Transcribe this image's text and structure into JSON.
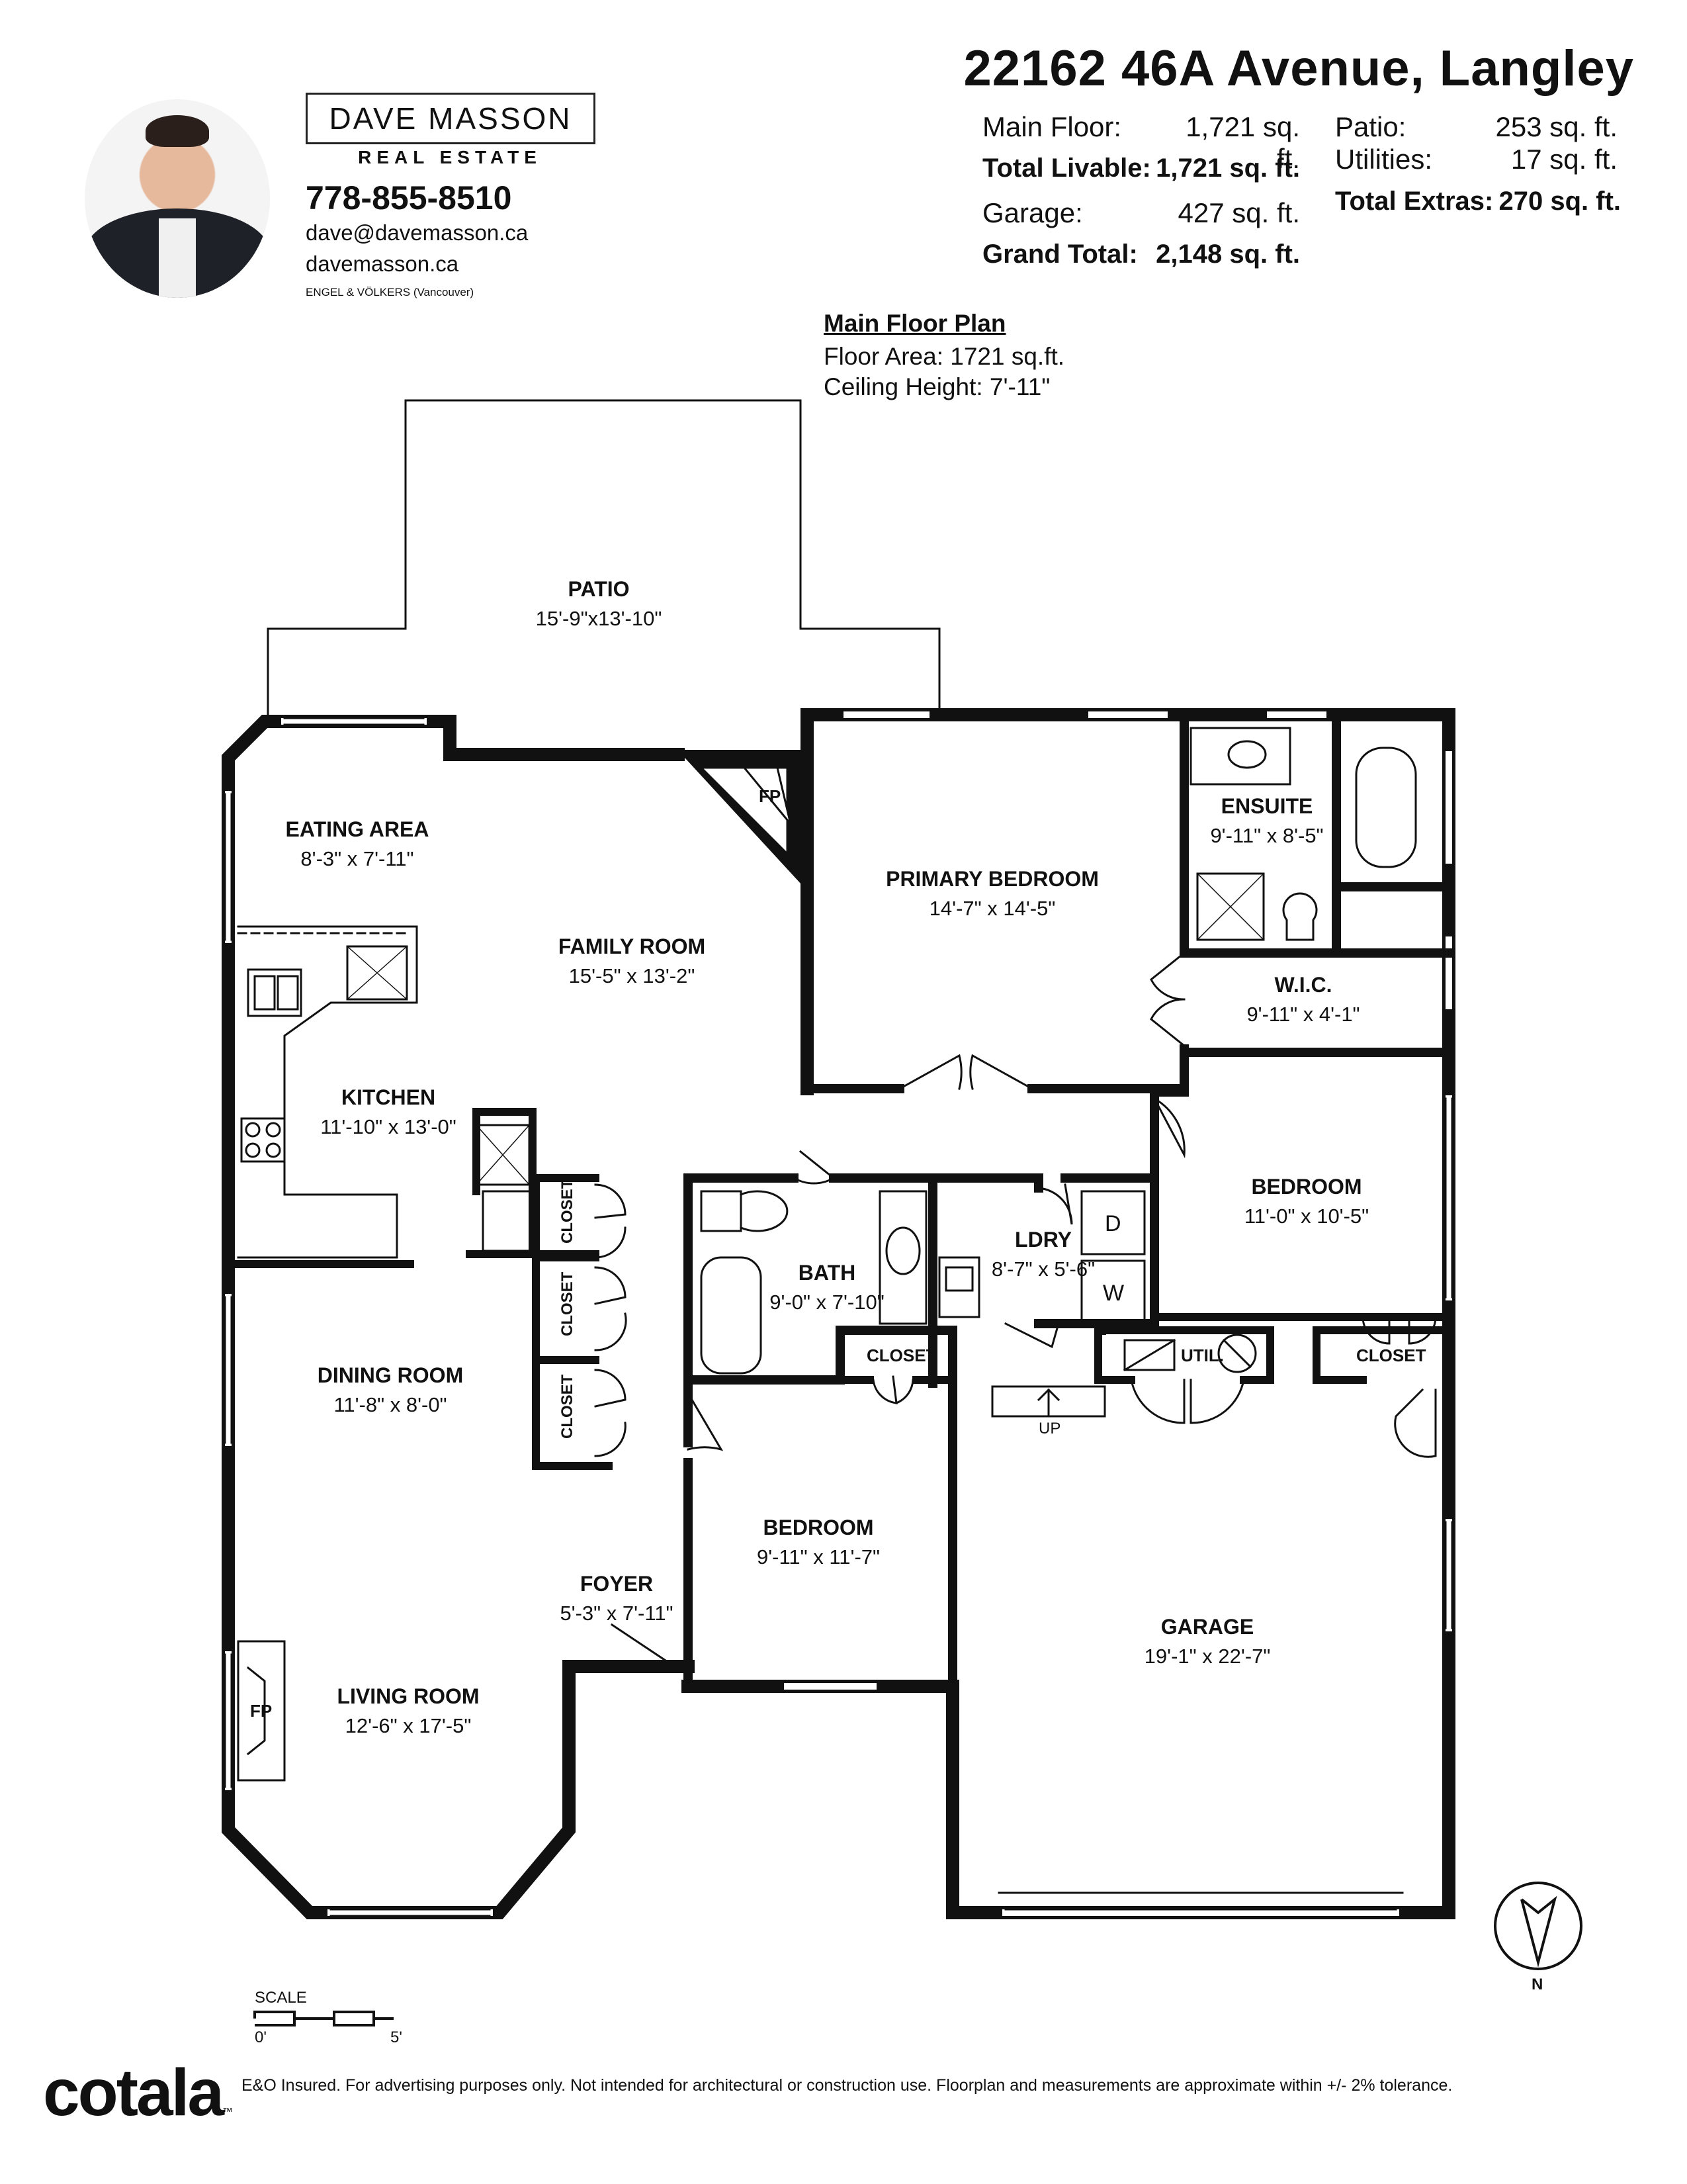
{
  "agent": {
    "brand_name": "DAVE MASSON",
    "brand_sub": "REAL ESTATE",
    "phone": "778-855-8510",
    "email": "dave@davemasson.ca",
    "website": "davemasson.ca",
    "brokerage": "ENGEL & VÖLKERS (Vancouver)"
  },
  "listing": {
    "address": "22162 46A Avenue, Langley",
    "main_floor_label": "Main Floor:",
    "main_floor_value": "1,721 sq. ft.",
    "total_livable_label": "Total Livable:",
    "total_livable_value": "1,721 sq. ft.",
    "garage_label": "Garage:",
    "garage_value": "427 sq. ft.",
    "grand_total_label": "Grand Total:",
    "grand_total_value": "2,148 sq. ft.",
    "patio_label": "Patio:",
    "patio_value": "253 sq. ft.",
    "utilities_label": "Utilities:",
    "utilities_value": "17 sq. ft.",
    "total_extras_label": "Total Extras:",
    "total_extras_value": "270 sq. ft."
  },
  "plan": {
    "title": "Main Floor Plan",
    "floor_area": "Floor Area: 1721 sq.ft.",
    "ceiling_height": "Ceiling Height: 7'-11\""
  },
  "rooms": {
    "patio": {
      "name": "PATIO",
      "dims": "15'-9\"x13'-10\""
    },
    "eating": {
      "name": "EATING AREA",
      "dims": "8'-3\" x 7'-11\""
    },
    "family": {
      "name": "FAMILY ROOM",
      "dims": "15'-5\" x 13'-2\""
    },
    "primary": {
      "name": "PRIMARY BEDROOM",
      "dims": "14'-7\" x 14'-5\""
    },
    "ensuite": {
      "name": "ENSUITE",
      "dims": "9'-11\" x 8'-5\""
    },
    "wic": {
      "name": "W.I.C.",
      "dims": "9'-11\" x 4'-1\""
    },
    "kitchen": {
      "name": "KITCHEN",
      "dims": "11'-10\" x 13'-0\""
    },
    "bedroom_right": {
      "name": "BEDROOM",
      "dims": "11'-0\" x 10'-5\""
    },
    "bath": {
      "name": "BATH",
      "dims": "9'-0\" x 7'-10\""
    },
    "laundry": {
      "name": "LDRY",
      "dims": "8'-7\" x 5'-6\""
    },
    "dining": {
      "name": "DINING ROOM",
      "dims": "11'-8\" x 8'-0\""
    },
    "bedroom_mid": {
      "name": "BEDROOM",
      "dims": "9'-11\" x 11'-7\""
    },
    "foyer": {
      "name": "FOYER",
      "dims": "5'-3\" x 7'-11\""
    },
    "garage": {
      "name": "GARAGE",
      "dims": "19'-1\" x 22'-7\""
    },
    "living": {
      "name": "LIVING ROOM",
      "dims": "12'-6\" x 17'-5\""
    }
  },
  "labels": {
    "fp": "FP",
    "closet": "CLOSET",
    "util": "UTIL.",
    "up": "UP",
    "dryer": "D",
    "washer": "W",
    "north": "N"
  },
  "scale": {
    "title": "SCALE",
    "start": "0'",
    "end": "5'"
  },
  "footer": {
    "logo": "cotala",
    "logo_tm": "™",
    "disclaimer": "E&O Insured. For advertising purposes only. Not intended for architectural or construction use. Floorplan and measurements are approximate within +/- 2% tolerance."
  }
}
